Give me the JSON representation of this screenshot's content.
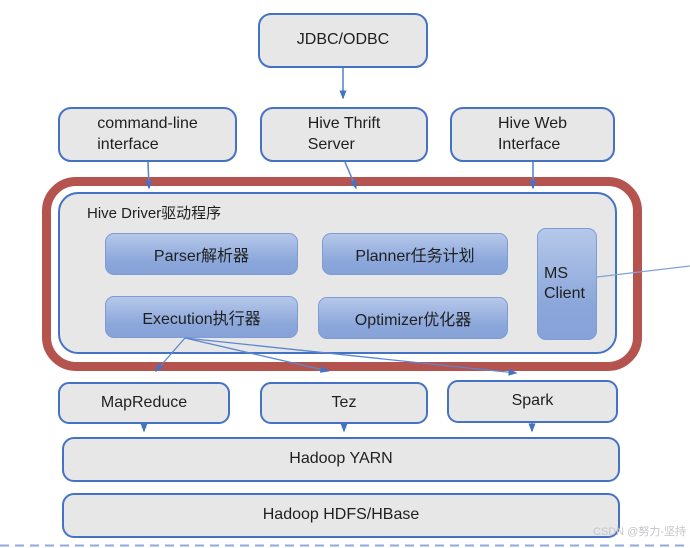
{
  "colors": {
    "box_fill": "#e8e7e7",
    "box_border": "#4472c4",
    "blue_box_top": "#b6c8ea",
    "blue_box_bottom": "#8aa6da",
    "blue_box_border": "#7e9cd3",
    "red_highlight": "#b5534f",
    "arrow": "#4472c4",
    "thin_line": "#7fa2d8",
    "dashed_line": "#8faadc",
    "watermark": "#c5c5ca",
    "text": "#1f1f1f"
  },
  "nodes": {
    "jdbc": {
      "label": "JDBC/ODBC"
    },
    "cli": {
      "line1": "command-line",
      "line2": "interface"
    },
    "thrift": {
      "line1": "Hive Thrift",
      "line2": "Server"
    },
    "web": {
      "line1": "Hive Web",
      "line2": "Interface"
    },
    "driver": {
      "label": "Hive Driver驱动程序"
    },
    "parser": {
      "label": "Parser解析器"
    },
    "planner": {
      "label": "Planner任务计划"
    },
    "execution": {
      "label": "Execution执行器"
    },
    "optimizer": {
      "label": "Optimizer优化器"
    },
    "ms_client": {
      "line1": "MS",
      "line2": "Client"
    },
    "mapreduce": {
      "label": "MapReduce"
    },
    "tez": {
      "label": "Tez"
    },
    "spark": {
      "label": "Spark"
    },
    "yarn": {
      "label": "Hadoop YARN"
    },
    "hdfs": {
      "label": "Hadoop HDFS/HBase"
    }
  },
  "watermark": {
    "text": "CSDN @努力-坚持"
  }
}
